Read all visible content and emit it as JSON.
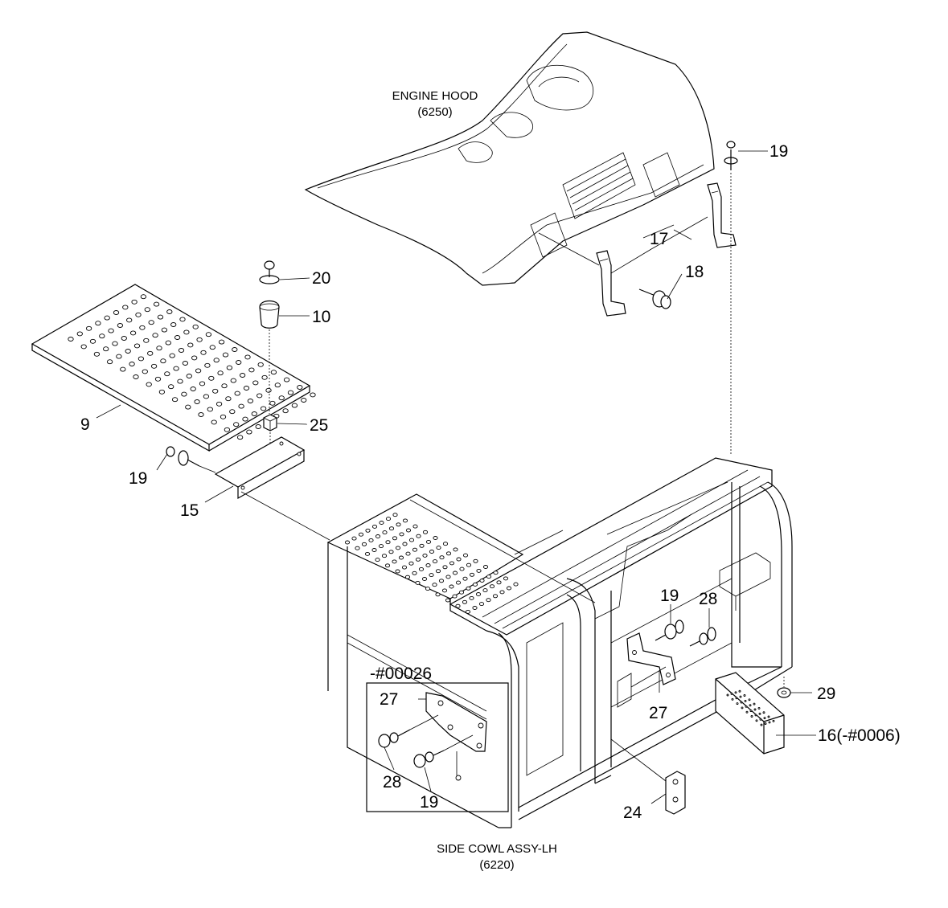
{
  "captions": {
    "engine_hood_name": "ENGINE HOOD",
    "engine_hood_code": "(6250)",
    "side_cowl_name": "SIDE COWL ASSY-LH",
    "side_cowl_code": "(6220)",
    "serial_range": "-#00026"
  },
  "part_labels": {
    "p9": "9",
    "p10": "10",
    "p15": "15",
    "p16": "16(-#0006)",
    "p17": "17",
    "p18": "18",
    "p19_top": "19",
    "p19_left": "19",
    "p19_mid": "19",
    "p19_box": "19",
    "p20": "20",
    "p24": "24",
    "p25": "25",
    "p27_box": "27",
    "p27_mid": "27",
    "p28_mid": "28",
    "p28_box": "28",
    "p29": "29"
  }
}
